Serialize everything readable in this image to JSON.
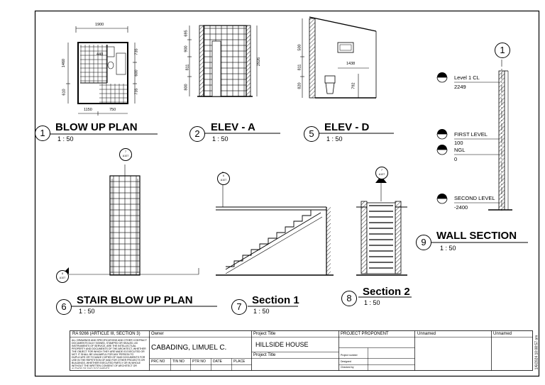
{
  "views": {
    "blow_up_plan": {
      "number": "1",
      "title": "BLOW UP PLAN",
      "scale": "1 : 50"
    },
    "elev_a": {
      "number": "2",
      "title": "ELEV - A",
      "scale": "1 : 50"
    },
    "elev_d": {
      "number": "5",
      "title": "ELEV - D",
      "scale": "1 : 50"
    },
    "stair_plan": {
      "number": "6",
      "title": "STAIR BLOW UP PLAN",
      "scale": "1 : 50"
    },
    "section_1": {
      "number": "7",
      "title": "Section 1",
      "scale": "1 : 50"
    },
    "section_2": {
      "number": "8",
      "title": "Section 2",
      "scale": "1 : 50"
    },
    "wall_section": {
      "number": "9",
      "title": "WALL SECTION",
      "scale": "1 : 50"
    }
  },
  "dimensions": {
    "plan": {
      "top": "1900",
      "left_upper": "1460",
      "left_lower": "610",
      "right_upper": "735",
      "right_mid": "600",
      "right_lower": "735",
      "bottom_left": "1150",
      "bottom_right": "750",
      "inner": "440"
    },
    "elev_a": {
      "d1": "695",
      "d2": "900",
      "d3": "811",
      "d4": "800",
      "total": "2926"
    },
    "elev_d": {
      "d1": "500",
      "d2": "811",
      "d3": "820",
      "width": "1438",
      "height": "792"
    }
  },
  "callouts": {
    "stair_top": {
      "number": "7",
      "sheet": "A107"
    },
    "stair_left": {
      "number": "8",
      "sheet": "A107"
    },
    "section1_marker": {
      "number": "6",
      "sheet": "A107"
    },
    "section2_marker": {
      "number": "7",
      "sheet": "A107"
    }
  },
  "wall_section_levels": {
    "grid": "1",
    "level1": {
      "name": "Level 1 CL",
      "value": "2249"
    },
    "first": {
      "name": "FIRST LEVEL",
      "value": "100"
    },
    "ngl": {
      "name": "NGL",
      "value": "0"
    },
    "second": {
      "name": "SECOND LEVEL",
      "value": "-2400"
    }
  },
  "title_block": {
    "ra_header": "RA 9266 (ARTICLE III, SECTION 3)",
    "ra_text": "ALL DRAWINGS AND SPECIFICATIONS AND OTHER CONTRACT DOCUMENTS DULY SIGNED, STAMPED OR SEALED, AS INSTRUMENTS OF SERVICE, ARE THE INTELLECTUAL PROPERTY AND DOCUMENTS OF THE ARCHITECT, WHETHER THE OBJECT FOR WHICH THEY ARE MADE IS EXECUTED OR NOT. IT SHALL BE UNLAWFUL FOR ANY PERSON TO DUPLICATE OR TO MAKE COPIES OF SAID DOCUMENTS FOR USE IN THE REPETITION OF AND FOR OTHER PROJECTS OR BUILDINGS, WHETHER EXECUTED PARTLY OR IN WHOLE WITHOUT THE WRITTEN CONSENT OF ARCHITECT OR AUTHOR OF SAID DOCUMENTS.",
    "owner_label": "Owner",
    "owner_name": "CABADING, LIMUEL C.",
    "prc": "PRC NO",
    "tin": "TIN NO",
    "ptr": "PTR NO",
    "date": "DATE",
    "place": "PLACE",
    "project_title_label": "Project Title",
    "project_title": "HILLSIDE HOUSE",
    "project_title_label2": "Project Title",
    "proponent_label": "PROJECT PROPONENT",
    "proponent_f1": "Project number",
    "proponent_f2": "Designed",
    "proponent_f3": "Checked by",
    "unnamed1": "Unnamed",
    "unnamed2": "Unnamed",
    "timestamp": "1/6/2024 10:08:57 am"
  }
}
